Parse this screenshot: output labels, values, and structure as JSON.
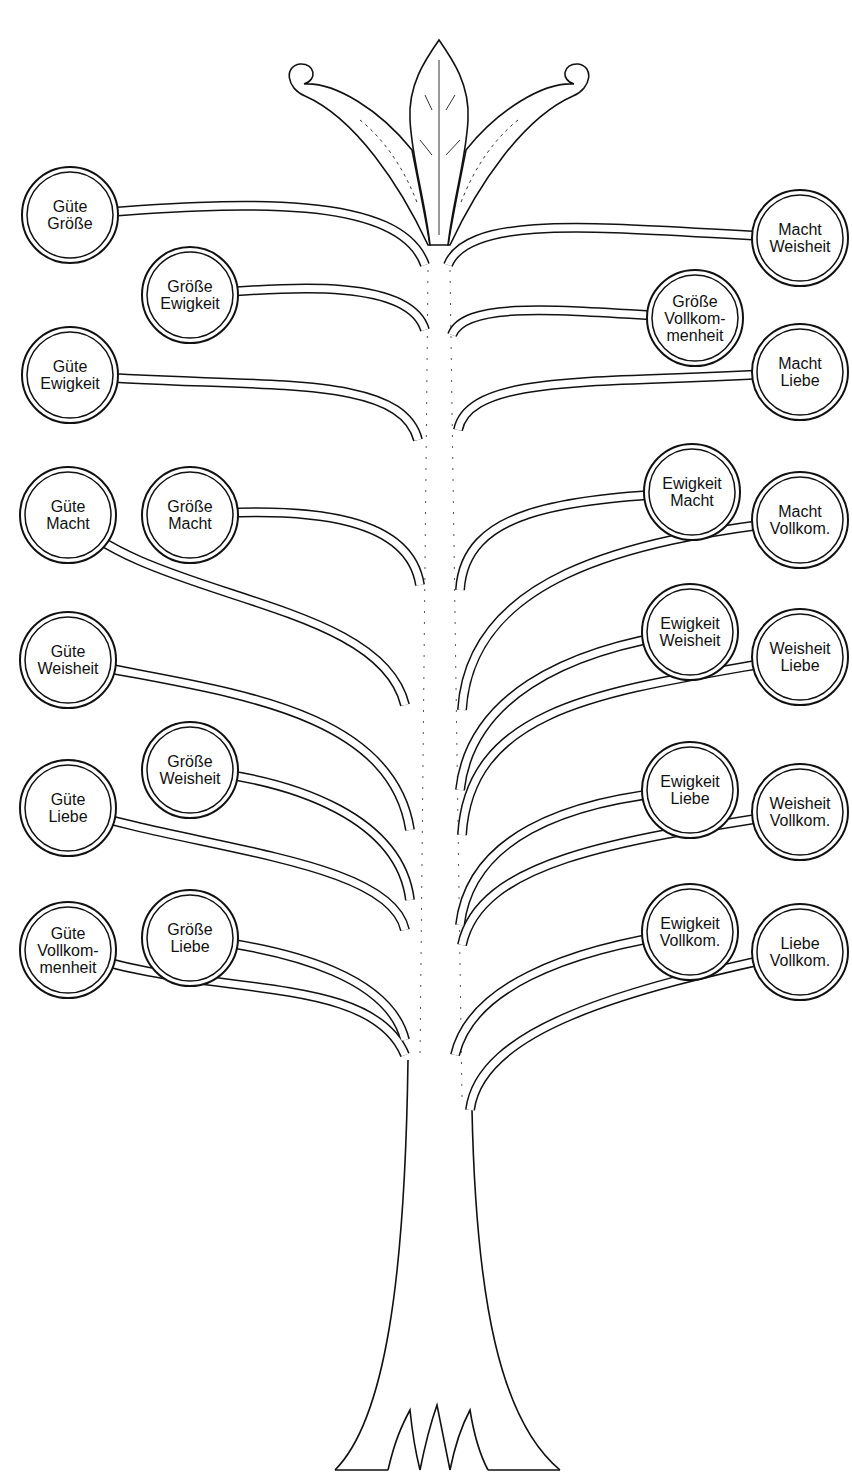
{
  "diagram": {
    "nodes": [
      {
        "text": [
          "Güte Größe"
        ]
      },
      {
        "text": [
          "Macht Weisheit"
        ]
      },
      {
        "text": [
          "Größe Ewigkeit"
        ]
      },
      {
        "text": [
          "Größe Vollkom-menheit"
        ]
      },
      {
        "text": [
          "Güte Ewigkeit"
        ]
      },
      {
        "text": [
          "Macht Liebe"
        ]
      },
      {
        "text": [
          "Güte Macht"
        ]
      },
      {
        "text": [
          "Größe Macht"
        ]
      },
      {
        "text": [
          "Ewigkeit Macht"
        ]
      },
      {
        "text": [
          "Macht Vollkom."
        ]
      },
      {
        "text": [
          "Güte Weisheit"
        ]
      },
      {
        "text": [
          "Ewigkeit Weisheit"
        ]
      },
      {
        "text": [
          "Weisheit Liebe"
        ]
      },
      {
        "text": [
          "Größe Weisheit"
        ]
      },
      {
        "text": [
          "Güte Liebe"
        ]
      },
      {
        "text": [
          "Ewigkeit Liebe"
        ]
      },
      {
        "text": [
          "Weisheit Vollkom."
        ]
      },
      {
        "text": [
          "Güte Vollkom-menheit"
        ]
      },
      {
        "text": [
          "Größe Liebe"
        ]
      },
      {
        "text": [
          "Ewigkeit Vollkom."
        ]
      },
      {
        "text": [
          "Liebe Vollkom."
        ]
      }
    ]
  }
}
